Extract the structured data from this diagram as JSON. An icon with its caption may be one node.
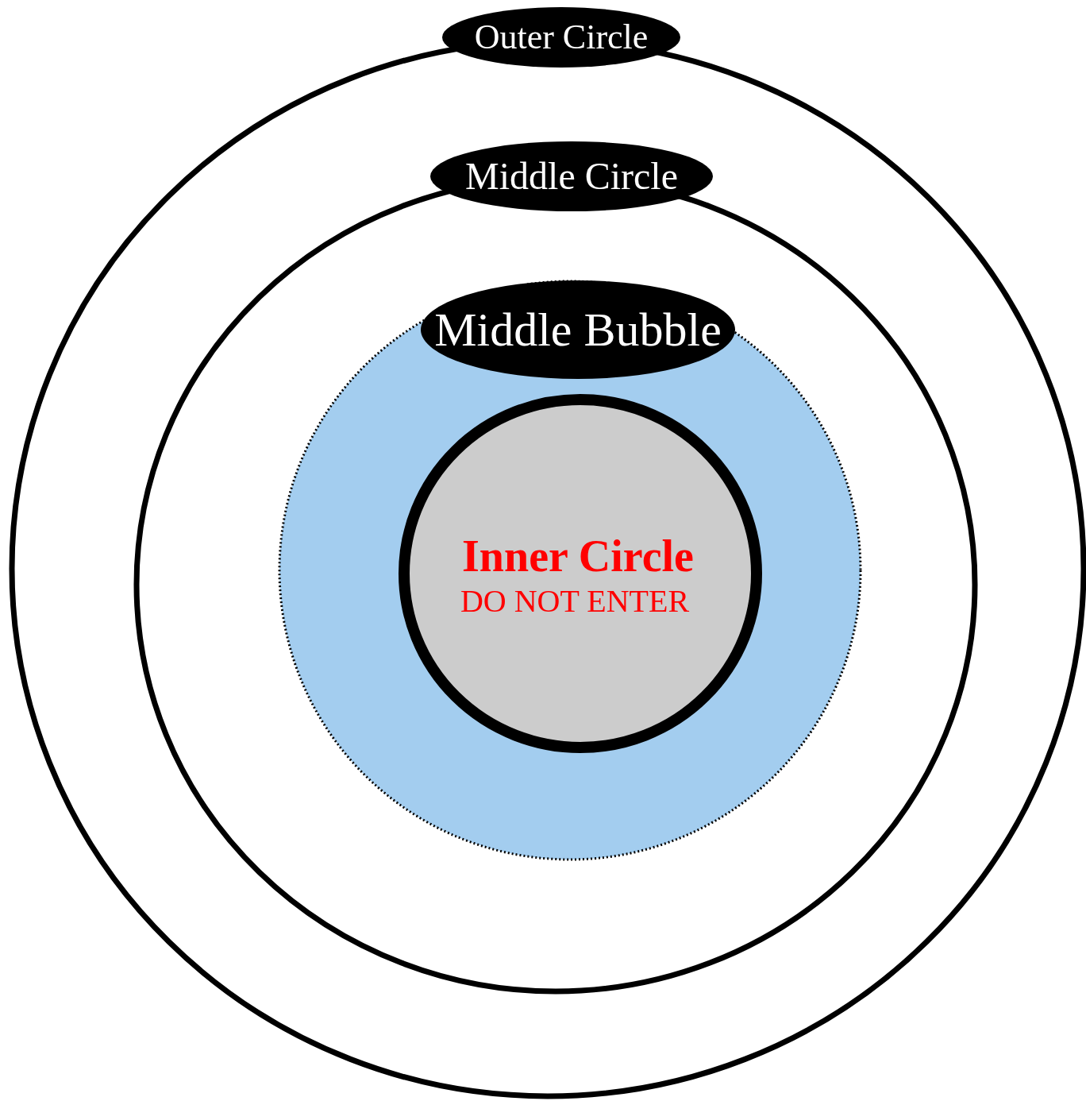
{
  "diagram": {
    "nodes": [
      {
        "text": [
          "Outer Circle"
        ]
      },
      {
        "text": [
          "Middle Circle"
        ],
        "in": 0
      },
      {
        "text": [
          "Middle Bubble"
        ],
        "in": 1
      },
      {
        "text": [
          "Inner Circle",
          "DO NOT ENTER"
        ],
        "in": 2
      }
    ]
  }
}
